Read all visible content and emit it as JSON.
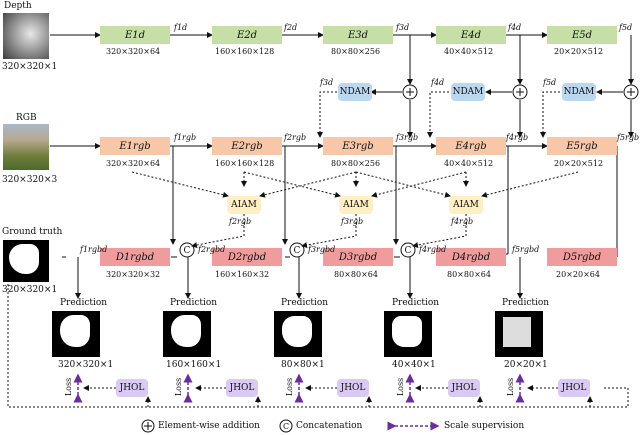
{
  "inputs": {
    "depth": {
      "label": "Depth",
      "size": "320×320×1"
    },
    "rgb": {
      "label": "RGB",
      "size": "320×320×3"
    },
    "gt": {
      "label": "Ground truth",
      "size": "320×320×1"
    }
  },
  "depth_encoders": [
    {
      "label": "E1d",
      "size": "320×320×64",
      "out": "f1d"
    },
    {
      "label": "E2d",
      "size": "160×160×128",
      "out": "f2d"
    },
    {
      "label": "E3d",
      "size": "80×80×256",
      "out": "f3d"
    },
    {
      "label": "E4d",
      "size": "40×40×512",
      "out": "f4d"
    },
    {
      "label": "E5d",
      "size": "20×20×512",
      "out": "f5d"
    }
  ],
  "rgb_encoders": [
    {
      "label": "E1rgb",
      "size": "320×320×64",
      "out": "f1rgb"
    },
    {
      "label": "E2rgb",
      "size": "160×160×128",
      "out": "f2rgb"
    },
    {
      "label": "E3rgb",
      "size": "80×80×256",
      "out": "f3rgb"
    },
    {
      "label": "E4rgb",
      "size": "40×40×512",
      "out": "f4rgb"
    },
    {
      "label": "E5rgb",
      "size": "20×20×512",
      "out": "f5rgb"
    }
  ],
  "ndam": {
    "label": "NDAM",
    "inputs": [
      "f3d",
      "f4d",
      "f5d"
    ]
  },
  "aiam": {
    "label": "AIAM",
    "outputs": [
      "f2rgb",
      "f3rgb",
      "f4rgb"
    ]
  },
  "decoders": [
    {
      "label": "D1rgbd",
      "size": "320×320×32",
      "in": "f1rgbd"
    },
    {
      "label": "D2rgbd",
      "size": "160×160×32",
      "in": "f2rgbd"
    },
    {
      "label": "D3rgbd",
      "size": "80×80×64",
      "in": "f3rgbd"
    },
    {
      "label": "D4rgbd",
      "size": "80×80×64",
      "in": "f4rgbd"
    },
    {
      "label": "D5rgbd",
      "size": "20×20×64",
      "in": "f5rgbd"
    }
  ],
  "predictions": [
    {
      "label": "Prediction",
      "size": "320×320×1"
    },
    {
      "label": "Prediction",
      "size": "160×160×1"
    },
    {
      "label": "Prediction",
      "size": "80×80×1"
    },
    {
      "label": "Prediction",
      "size": "40×40×1"
    },
    {
      "label": "Prediction",
      "size": "20×20×1"
    }
  ],
  "loss": {
    "module": "JHOL",
    "loss_label": "Loss"
  },
  "legend": {
    "addition": "Element-wise addition",
    "concat": "Concatenation",
    "scale": "Scale supervision"
  },
  "colors": {
    "depth_encoder": "#c5dfa6",
    "rgb_encoder": "#f7c7a7",
    "decoder": "#ee9c9c",
    "aiam": "#fff0c4",
    "ndam": "#bcd8f0",
    "jhol": "#d9c9f4",
    "supervision": "#6a2ca0"
  }
}
